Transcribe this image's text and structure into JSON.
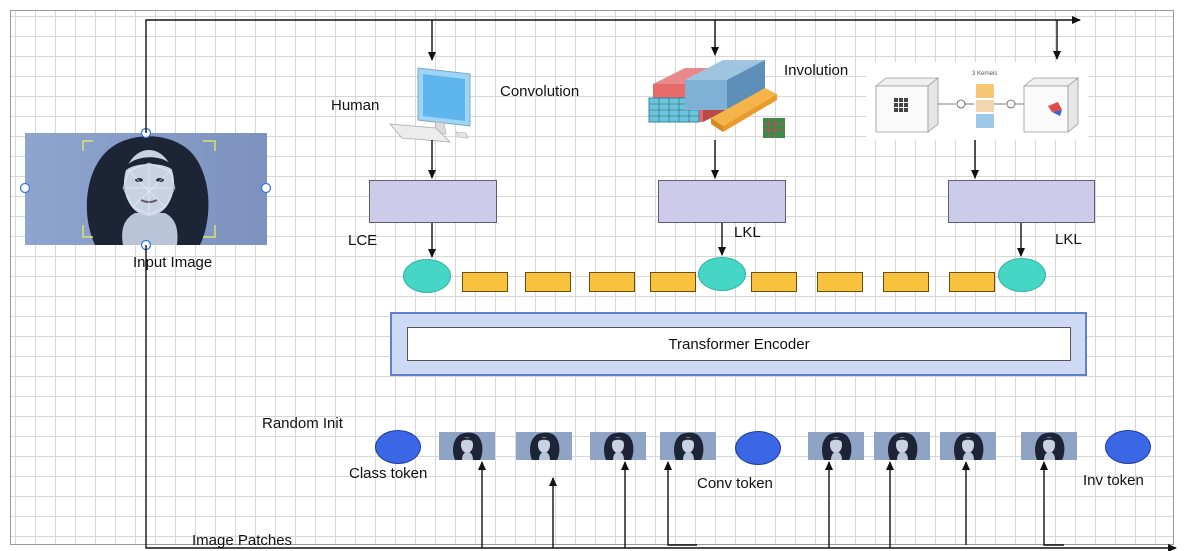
{
  "labels": {
    "human": "Human",
    "convolution": "Convolution",
    "involution": "Involution",
    "lce": "LCE",
    "lkl_1": "LKL",
    "lkl_2": "LKL",
    "input_image": "Input Image",
    "transformer_encoder": "Transformer Encoder",
    "random_init": "Random Init",
    "class_token": "Class token",
    "conv_token": "Conv token",
    "inv_token": "Inv token",
    "image_patches": "Image Patches"
  },
  "involution_thumb_caption": "3 Kernels",
  "colors": {
    "embed_box": "#ccccea",
    "seq_token": "#f9c23c",
    "special_token": "#45d6c5",
    "init_token": "#3b66e6",
    "encoder_outer": "#cdd9f5",
    "encoder_border": "#5f7fd1"
  },
  "icons": [
    "computer-icon",
    "convolution-blocks-icon",
    "involution-kernels-icon",
    "face-photo-icon"
  ]
}
